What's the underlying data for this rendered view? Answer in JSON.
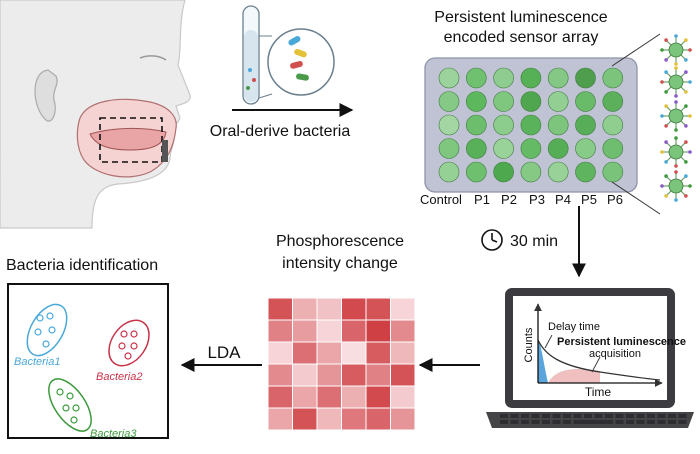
{
  "labels": {
    "sampling": "Oral-derive bacteria",
    "array_title_line1": "Persistent luminescence",
    "array_title_line2": "encoded sensor array",
    "incubation_time": "30 min",
    "heatmap_title_line1": "Phosphorescence",
    "heatmap_title_line2": "intensity change",
    "identification_title": "Bacteria identification",
    "method": "LDA"
  },
  "columns": [
    "Control",
    "P1",
    "P2",
    "P3",
    "P4",
    "P5",
    "P6"
  ],
  "plot": {
    "y_label": "Counts",
    "x_label": "Time",
    "delay": "Delay time",
    "acquisition_line1": "Persistent luminescence",
    "acquisition_line2": "acquisition"
  },
  "clusters": [
    {
      "name": "Bacteria1",
      "color": "#4aa8d8"
    },
    {
      "name": "Bacteria2",
      "color": "#c8334a"
    },
    {
      "name": "Bacteria3",
      "color": "#3c9a3c"
    }
  ],
  "well_shades": [
    [
      "#9cd29c",
      "#6fc06f",
      "#8fcc8f",
      "#56b056",
      "#85c885",
      "#4e9e4e",
      "#7cc47c"
    ],
    [
      "#86c986",
      "#5db85d",
      "#7fc67f",
      "#4fa64f",
      "#93cf93",
      "#69bb69",
      "#5cb05c"
    ],
    [
      "#a3d6a3",
      "#6cbe6c",
      "#8ccc8c",
      "#5ab35a",
      "#7dc47d",
      "#58ad58",
      "#90ce90"
    ],
    [
      "#7fc67f",
      "#58b058",
      "#9ad39a",
      "#65ba65",
      "#55ae55",
      "#88ca88",
      "#6fbe6f"
    ],
    [
      "#95d095",
      "#6ebf6e",
      "#4ea84e",
      "#85c985",
      "#99d299",
      "#5fb45f",
      "#7ac37a"
    ]
  ],
  "heatmap_values": [
    [
      0.85,
      0.35,
      0.25,
      0.9,
      0.85,
      0.15
    ],
    [
      0.6,
      0.45,
      0.15,
      0.75,
      0.95,
      0.55
    ],
    [
      0.15,
      0.7,
      0.4,
      0.1,
      0.8,
      0.3
    ],
    [
      0.55,
      0.2,
      0.5,
      0.8,
      0.6,
      0.85
    ],
    [
      0.75,
      0.4,
      0.7,
      0.35,
      0.9,
      0.2
    ],
    [
      0.4,
      0.85,
      0.3,
      0.65,
      0.75,
      0.5
    ]
  ]
}
